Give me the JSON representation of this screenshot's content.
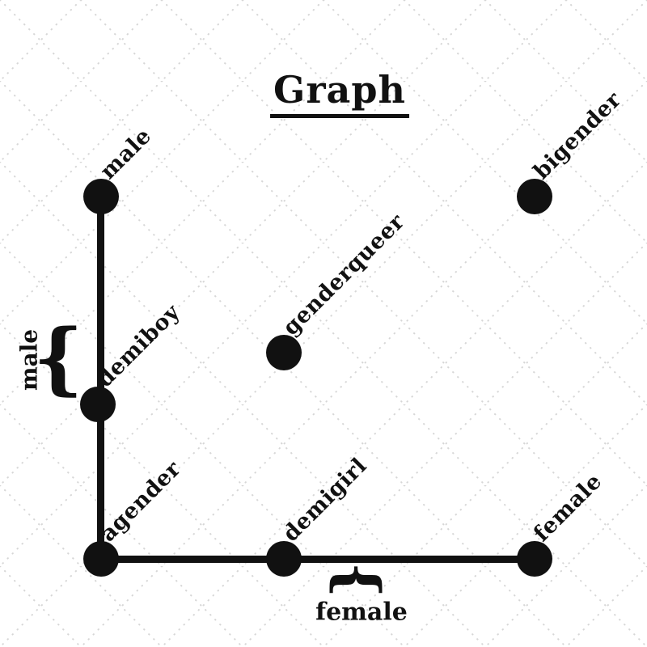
{
  "title": "Graph",
  "colors": {
    "node": "#111111",
    "edge": "#111111",
    "background": "#ffffff",
    "pattern": "#d6d6d6"
  },
  "nodes": [
    {
      "id": "male",
      "label": "male"
    },
    {
      "id": "bigender",
      "label": "bigender"
    },
    {
      "id": "genderqueer",
      "label": "genderqueer"
    },
    {
      "id": "demiboy",
      "label": "demiboy"
    },
    {
      "id": "agender",
      "label": "agender"
    },
    {
      "id": "demigirl",
      "label": "demigirl"
    },
    {
      "id": "female",
      "label": "female"
    }
  ],
  "edges": [
    {
      "from": "male",
      "to": "demiboy"
    },
    {
      "from": "demiboy",
      "to": "agender"
    },
    {
      "from": "agender",
      "to": "demigirl"
    },
    {
      "from": "demigirl",
      "to": "female"
    }
  ],
  "braces": {
    "left": {
      "label": "male",
      "glyph": "{"
    },
    "bottom": {
      "label": "female",
      "glyph": "{"
    }
  }
}
